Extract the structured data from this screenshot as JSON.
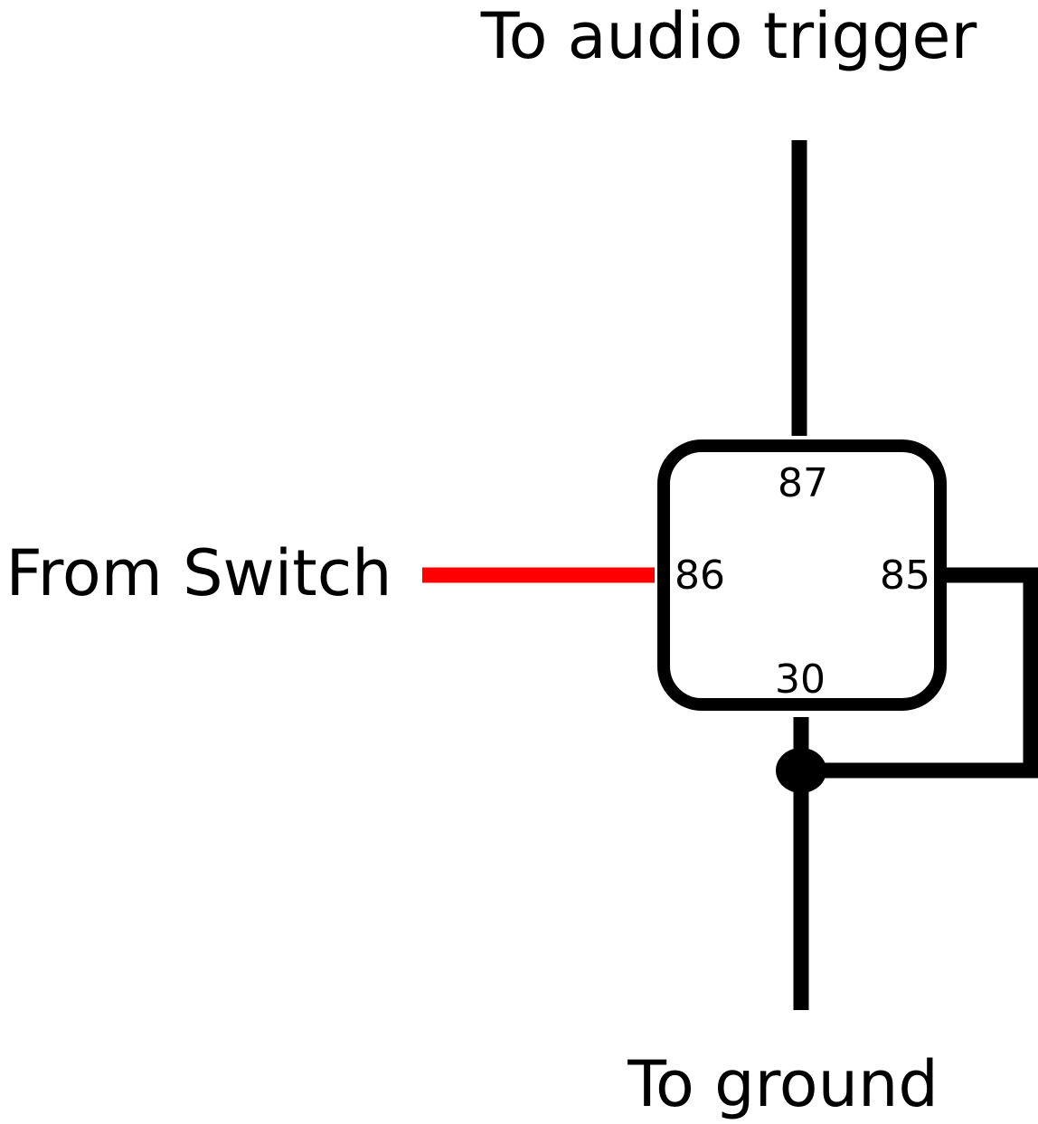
{
  "labels": {
    "top": "To audio trigger",
    "left": "From Switch",
    "bottom": "To ground"
  },
  "relay": {
    "pins": {
      "p87": "87",
      "p86": "86",
      "p85": "85",
      "p30": "30"
    }
  },
  "colors": {
    "wire": "#000000",
    "switch_wire": "#ff0000",
    "background": "#ffffff",
    "text": "#000000"
  }
}
